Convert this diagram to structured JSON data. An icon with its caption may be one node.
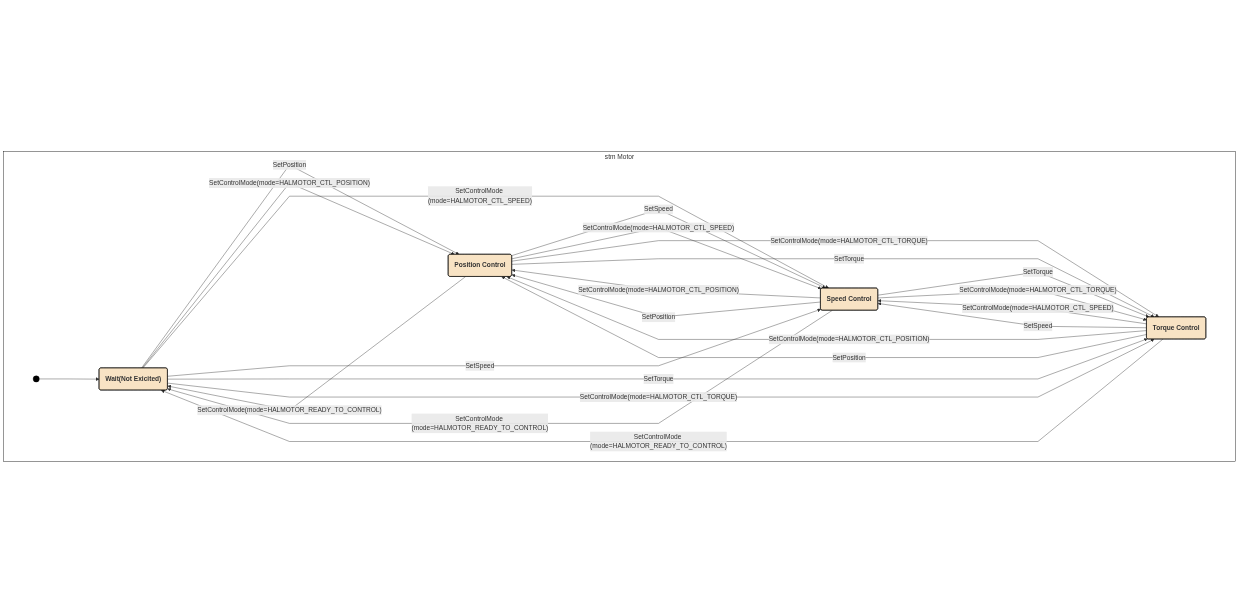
{
  "diagram": {
    "nodes": [
      {
        "text": [
          "stm Motor"
        ]
      },
      {
        "text": [],
        "shape": "circle",
        "in": 0
      },
      {
        "text": [
          "Wait(Not Exicited)"
        ],
        "in": 0
      },
      {
        "text": [
          "Position Control"
        ],
        "in": 0
      },
      {
        "text": [
          "Speed Control"
        ],
        "in": 0
      },
      {
        "text": [
          "Torque Control"
        ],
        "in": 0
      }
    ],
    "edges": [
      {
        "from": 1,
        "to": 2,
        "arrow": "to"
      },
      {
        "from": 3,
        "to": 2,
        "arrow": "to",
        "label": "SetControlMode(mode=HALMOTOR_READY_TO_CONTROL)"
      },
      {
        "from": 2,
        "to": 3,
        "arrow": "to",
        "label": "SetPosition"
      },
      {
        "from": 2,
        "to": 3,
        "arrow": "to",
        "label": "SetControlMode(mode=HALMOTOR_CTL_POSITION)"
      },
      {
        "from": 4,
        "to": 3,
        "arrow": "to",
        "label": "SetControlMode(mode=HALMOTOR_CTL_POSITION)"
      },
      {
        "from": 4,
        "to": 3,
        "arrow": "to",
        "label": "SetPosition"
      },
      {
        "from": 3,
        "to": 4,
        "arrow": "to",
        "label": "SetSpeed"
      },
      {
        "from": 3,
        "to": 4,
        "arrow": "to",
        "label": "SetControlMode(mode=HALMOTOR_CTL_SPEED)"
      },
      {
        "from": 2,
        "to": 4,
        "arrow": "to",
        "label": "SetControlMode (mode=HALMOTOR_CTL_SPEED)"
      },
      {
        "from": 2,
        "to": 4,
        "arrow": "to",
        "label": "SetSpeed"
      },
      {
        "from": 4,
        "to": 2,
        "arrow": "to",
        "label": "SetControlMode (mode=HALMOTOR_READY_TO_CONTROL)"
      },
      {
        "from": 5,
        "to": 4,
        "arrow": "to",
        "label": "SetControlMode(mode=HALMOTOR_CTL_SPEED)"
      },
      {
        "from": 5,
        "to": 4,
        "arrow": "to",
        "label": "SetSpeed"
      },
      {
        "from": 4,
        "to": 5,
        "arrow": "to",
        "label": "SetTorque"
      },
      {
        "from": 4,
        "to": 5,
        "arrow": "to",
        "label": "SetControlMode(mode=HALMOTOR_CTL_TORQUE)"
      },
      {
        "from": 5,
        "to": 2,
        "arrow": "to",
        "label": "SetControlMode (mode=HALMOTOR_READY_TO_CONTROL)"
      },
      {
        "from": 2,
        "to": 5,
        "arrow": "to",
        "label": "SetTorque"
      },
      {
        "from": 2,
        "to": 5,
        "arrow": "to",
        "label": "SetControlMode(mode=HALMOTOR_CTL_TORQUE)"
      },
      {
        "from": 5,
        "to": 3,
        "arrow": "to",
        "label": "SetControlMode(mode=HALMOTOR_CTL_POSITION)"
      },
      {
        "from": 5,
        "to": 3,
        "arrow": "to",
        "label": "SetPosition"
      },
      {
        "from": 3,
        "to": 5,
        "arrow": "to",
        "label": "SetControlMode(mode=HALMOTOR_CTL_TORQUE)"
      },
      {
        "from": 3,
        "to": 5,
        "arrow": "to",
        "label": "SetTorque"
      }
    ]
  }
}
